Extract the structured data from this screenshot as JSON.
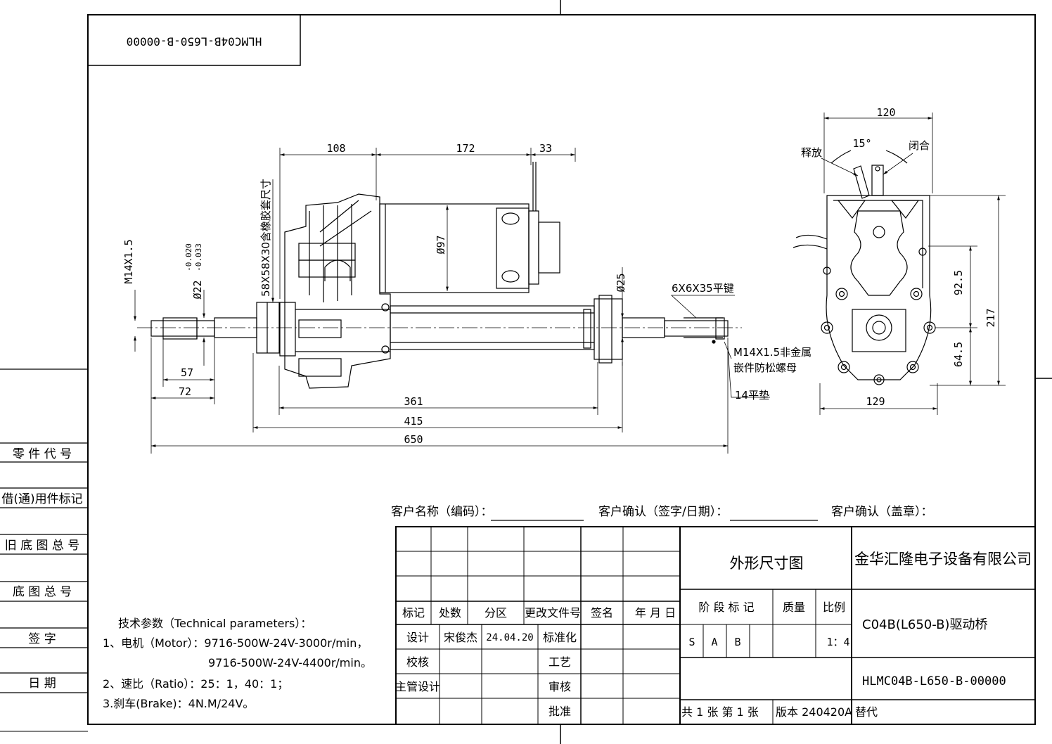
{
  "drawing_number_flipped": "HLMC04B-L650-B-00000",
  "left_column": [
    "零 件 代 号",
    "借(通)用件标记",
    "旧 底 图 总 号",
    "底 图 总 号",
    "签   字",
    "日   期"
  ],
  "front_view": {
    "dims": {
      "d108": "108",
      "d172": "172",
      "d33": "33",
      "d361": "361",
      "d415": "415",
      "d650": "650",
      "d57": "57",
      "d72": "72"
    },
    "phi97": "Ø97",
    "phi25": "Ø25",
    "phi22": "Ø22",
    "tol_upper": "-0.020",
    "tol_lower": "-0.033",
    "thread_left": "M14X1.5",
    "rubber_note": "58X58X30含橡胶套尺寸",
    "key_note": "6X6X35平键",
    "nut_note_1": "M14X1.5非金属",
    "nut_note_2": "嵌件防松螺母",
    "washer_note": "14平垫"
  },
  "side_view": {
    "d120": "120",
    "angle": "15°",
    "release": "释放",
    "close": "闭合",
    "d92": "92.5",
    "d64": "64.5",
    "d217": "217",
    "d129": "129"
  },
  "customer": {
    "name_label": "客户名称（编码）：",
    "confirm_sign_label": "客户确认（签字/日期）：",
    "confirm_seal_label": "客户确认（盖章）："
  },
  "title_block": {
    "h_mark": "标记",
    "h_count": "处数",
    "h_zone": "分区",
    "h_doc": "更改文件号",
    "h_sign": "签名",
    "h_date": "年 月 日",
    "r_design": "设计",
    "designer": "宋俊杰",
    "design_date": "24.04.20",
    "r_standard": "标准化",
    "r_check": "校核",
    "r_process": "工艺",
    "r_chief": "主管设计",
    "r_review": "审核",
    "r_approve": "批准",
    "drawing_title": "外形尺寸图",
    "company": "金华汇隆电子设备有限公司",
    "stage_label": "阶 段 标 记",
    "mass_label": "质量",
    "scale_label": "比例",
    "stage_s": "S",
    "stage_a": "A",
    "stage_b": "B",
    "scale": "1：4",
    "part_name": "C04B(L650-B)驱动桥",
    "drawing_no": "HLMC04B-L650-B-00000",
    "sheets": "共 1 张  第 1 张",
    "version": "版本 240420A",
    "replace": "替代"
  },
  "tech": {
    "title": "技术参数（Technical  parameters）：",
    "line1": "1、电机（Motor）：9716-500W-24V-3000r/min，",
    "line2": "9716-500W-24V-4400r/min。",
    "line3": "2、速比（Ratio）：25：1，40：1；",
    "line4": "3.刹车(Brake)：4N.M/24V。"
  }
}
